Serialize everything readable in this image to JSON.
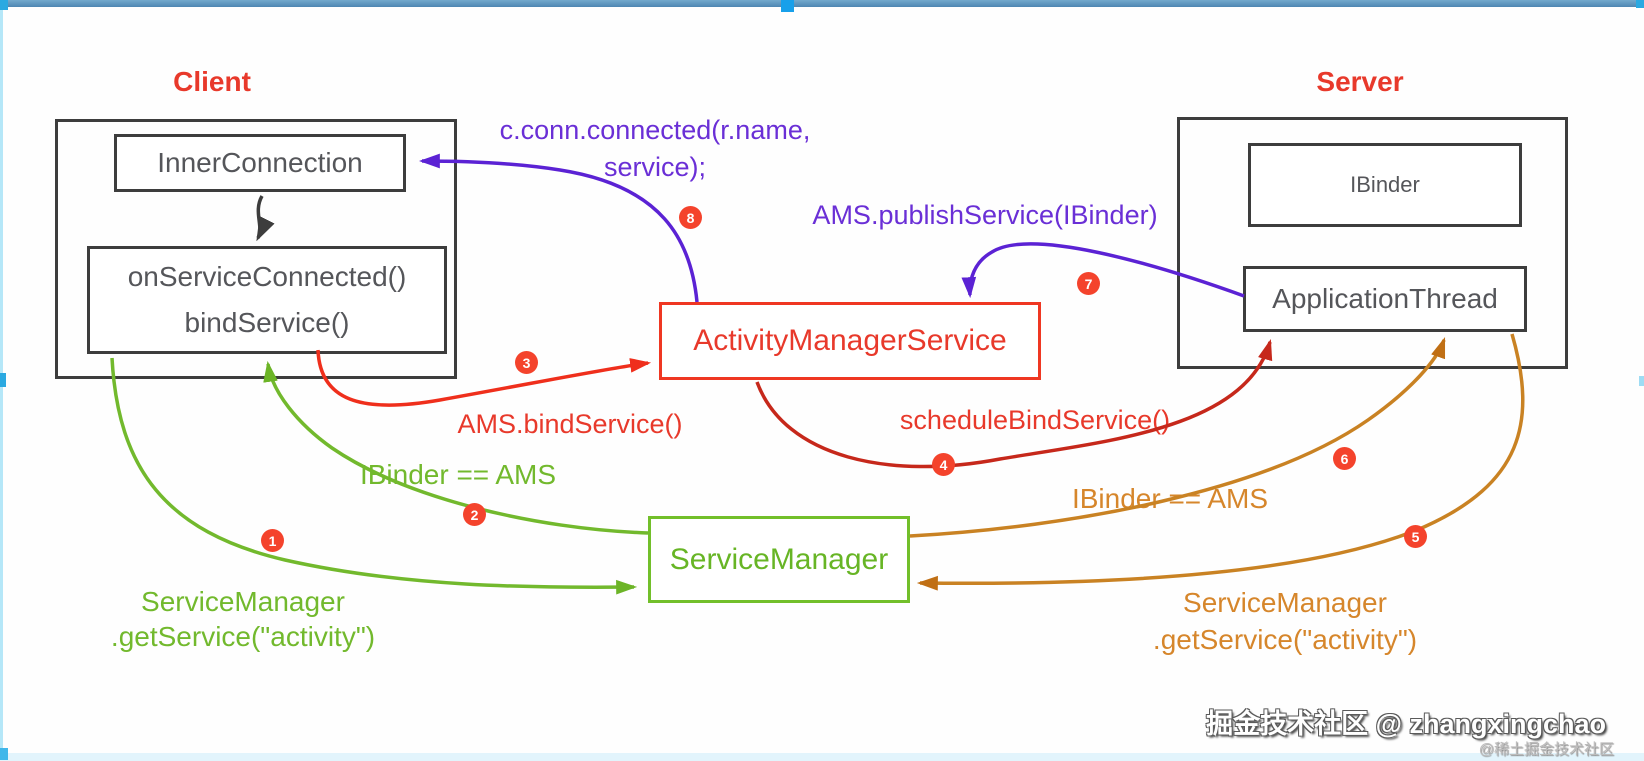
{
  "colors": {
    "red": "#e8392b",
    "dark_red": "#b5311f",
    "green": "#72bf2a",
    "orange": "#d6862b",
    "purple": "#6a2fd6",
    "badge_red": "#f4432c",
    "box_border": "#3d3d3d",
    "box_text": "#55565a",
    "progress_bar_blue": "#4e86b2",
    "accent_cyan": "#2aa9e1"
  },
  "client": {
    "title": "Client",
    "inner_connection": "InnerConnection",
    "on_service_connected": "onServiceConnected()",
    "bind_service": "bindService()"
  },
  "server": {
    "title": "Server",
    "ibinder": "IBinder",
    "application_thread": "ApplicationThread"
  },
  "nodes": {
    "activity_manager_service": "ActivityManagerService",
    "service_manager": "ServiceManager"
  },
  "flows": {
    "f1": {
      "badge": "1",
      "line1": "ServiceManager",
      "line2": ".getService(\"activity\")"
    },
    "f2": {
      "badge": "2",
      "label": "IBinder == AMS"
    },
    "f3": {
      "badge": "3",
      "label": "AMS.bindService()"
    },
    "f4": {
      "badge": "4",
      "label": "scheduleBindService()"
    },
    "f5": {
      "badge": "5",
      "line1": "ServiceManager",
      "line2": ".getService(\"activity\")"
    },
    "f6": {
      "badge": "6",
      "label": "IBinder == AMS"
    },
    "f7": {
      "badge": "7",
      "label": "AMS.publishService(IBinder)"
    },
    "f8": {
      "badge": "8",
      "line1": "c.conn.connected(r.name,",
      "line2": "service);"
    }
  },
  "watermark": {
    "line1": "掘金技术社区 @ zhangxingchao",
    "line2": "@稀土掘金技术社区"
  }
}
